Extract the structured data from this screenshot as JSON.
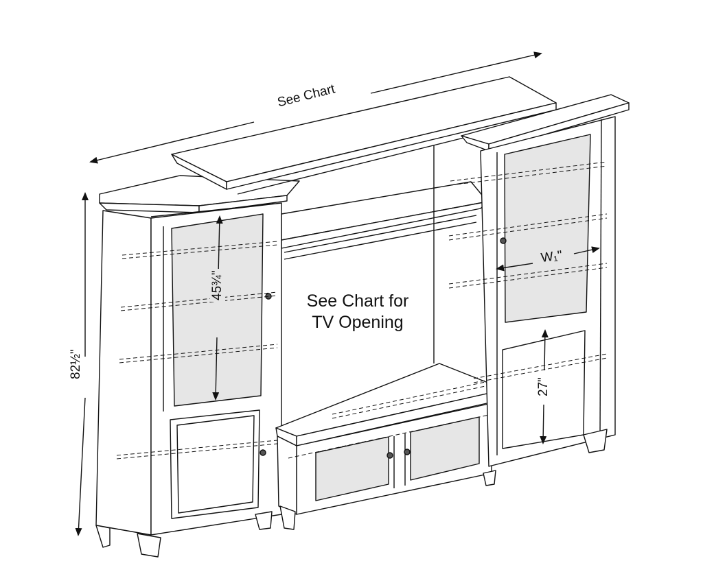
{
  "diagram": {
    "title": "Entertainment center wall unit dimension drawing",
    "labels": {
      "overall_width": "See Chart",
      "tv_opening_line1": "See Chart for",
      "tv_opening_line2": "TV Opening",
      "overall_height": "82½\"",
      "glass_door_height": "45¾\"",
      "lower_door_height": "27\"",
      "pier_width": "W₁\""
    },
    "components": [
      {
        "name": "left-pier-cabinet",
        "parts": [
          "crown-top",
          "glass-door",
          "lower-panel-door",
          "feet",
          "adjustable-shelves"
        ]
      },
      {
        "name": "bridge",
        "parts": [
          "crown-top",
          "light-valance"
        ]
      },
      {
        "name": "center-tv-console",
        "parts": [
          "top",
          "glass-double-doors",
          "knobs",
          "feet"
        ]
      },
      {
        "name": "right-pier-cabinet",
        "parts": [
          "crown-top",
          "glass-door",
          "lower-panel-door",
          "feet",
          "adjustable-shelves"
        ]
      }
    ],
    "colors": {
      "line": "#111111",
      "glass": "#e6e6e6",
      "background": "#ffffff"
    }
  }
}
